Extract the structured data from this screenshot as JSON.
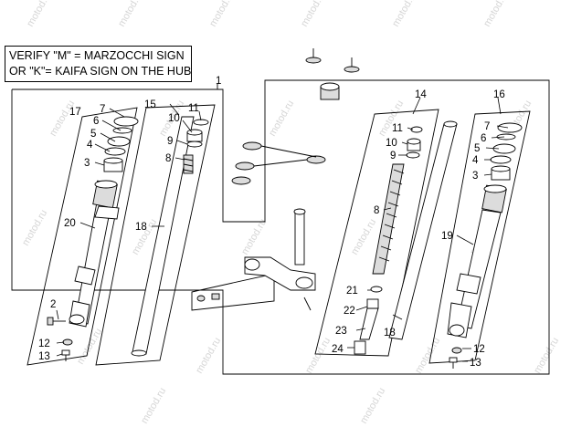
{
  "note": {
    "line1": "VERIFY \"M\" = MARZOCCHI SIGN",
    "line2": "OR \"K\"= KAIFA SIGN ON THE HUB"
  },
  "watermark": "motod.ru",
  "callouts": {
    "c1": "1",
    "c2": "2",
    "c3l": "3",
    "c4l": "4",
    "c5l": "5",
    "c6l": "6",
    "c7l": "7",
    "c8l": "8",
    "c9l": "9",
    "c10l": "10",
    "c11l": "11",
    "c12l": "12",
    "c13l": "13",
    "c14": "14",
    "c15": "15",
    "c16": "16",
    "c17": "17",
    "c18l": "18",
    "c19": "19",
    "c20": "20",
    "c21": "21",
    "c22": "22",
    "c23": "23",
    "c24": "24",
    "c3r": "3",
    "c4r": "4",
    "c5r": "5",
    "c6r": "6",
    "c7r": "7",
    "c8r": "8",
    "c9r": "9",
    "c10r": "10",
    "c11r": "11",
    "c12r": "12",
    "c13r": "13",
    "c18r": "18"
  }
}
